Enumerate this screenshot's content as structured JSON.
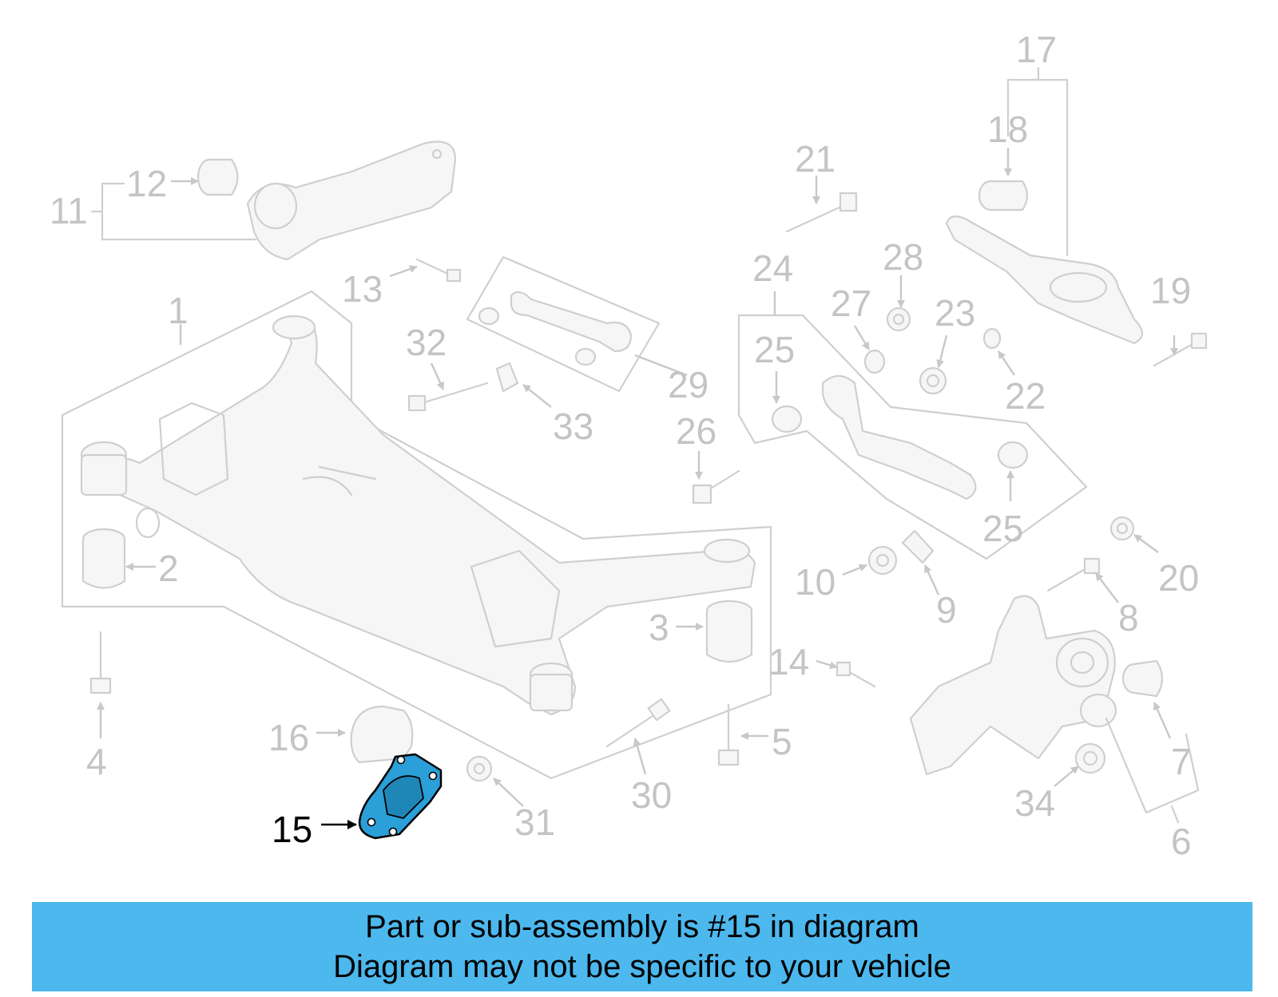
{
  "diagram": {
    "highlighted_callout": "15",
    "callouts": [
      "1",
      "2",
      "3",
      "4",
      "5",
      "6",
      "7",
      "8",
      "9",
      "10",
      "11",
      "12",
      "13",
      "14",
      "16",
      "17",
      "18",
      "19",
      "20",
      "21",
      "22",
      "23",
      "24",
      "25",
      "25",
      "26",
      "27",
      "28",
      "29",
      "30",
      "31",
      "32",
      "33",
      "34"
    ],
    "colors": {
      "highlight_part": "#2a9fd8",
      "ghost_part": "#cfcfcf",
      "banner": "#4cb8ee"
    }
  },
  "banner": {
    "line1": "Part or sub-assembly is #15 in diagram",
    "line2": "Diagram may not be specific to your vehicle"
  }
}
